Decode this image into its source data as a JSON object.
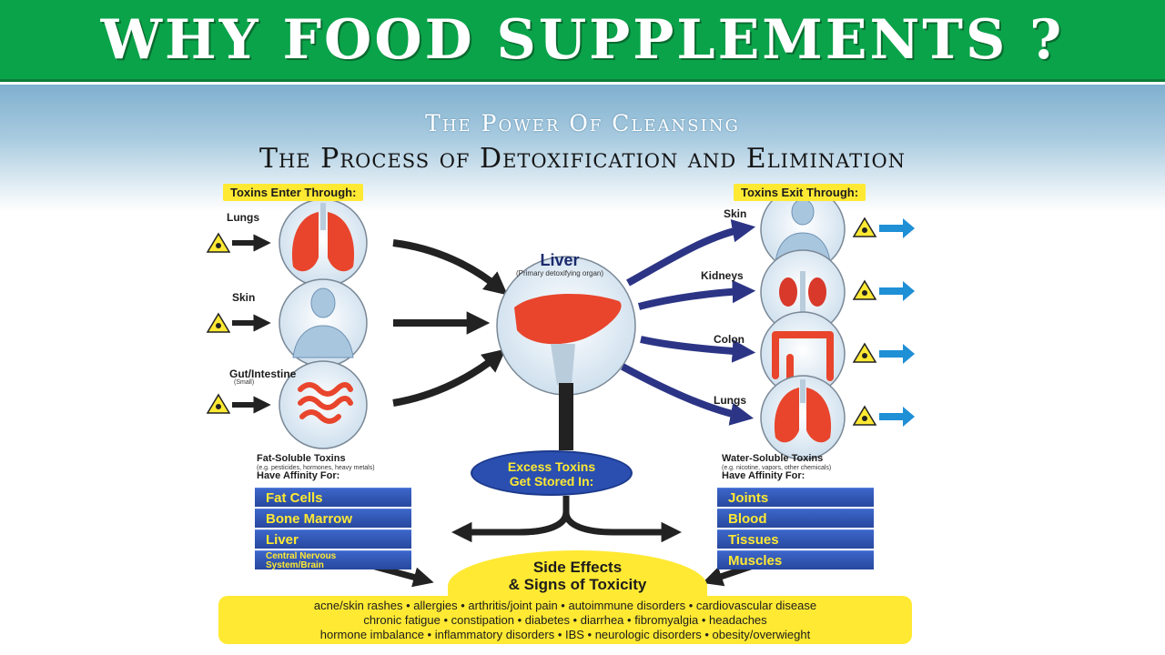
{
  "banner": {
    "title": "Why Food  Supplements ?"
  },
  "header": {
    "subtitle": "The Power Of Cleansing",
    "title": "The Process of Detoxification and Elimination"
  },
  "enter": {
    "tag": "Toxins Enter Through:",
    "items": [
      {
        "label": "Lungs",
        "sub": ""
      },
      {
        "label": "Skin",
        "sub": ""
      },
      {
        "label": "Gut/Intestine",
        "sub": "(Small)"
      }
    ]
  },
  "exit": {
    "tag": "Toxins Exit Through:",
    "items": [
      {
        "label": "Skin"
      },
      {
        "label": "Kidneys"
      },
      {
        "label": "Colon"
      },
      {
        "label": "Lungs"
      }
    ]
  },
  "liver": {
    "label": "Liver",
    "sub": "(Primary detoxifying organ)"
  },
  "fat_soluble": {
    "title": "Fat-Soluble Toxins",
    "sub": "(e.g. pesticides, hormones, heavy metals)",
    "affinity": "Have Affinity For:",
    "blocks": [
      "Fat Cells",
      "Bone Marrow",
      "Liver",
      "Central Nervous System/Brain"
    ]
  },
  "water_soluble": {
    "title": "Water-Soluble Toxins",
    "sub": "(e.g. nicotine, vapors, other chemicals)",
    "affinity": "Have Affinity For:",
    "blocks": [
      "Joints",
      "Blood",
      "Tissues",
      "Muscles"
    ]
  },
  "excess": {
    "line1": "Excess Toxins",
    "line2": "Get Stored In:"
  },
  "side_effects": {
    "line1": "Side Effects",
    "line2": "& Signs of Toxicity",
    "lines": [
      "acne/skin rashes • allergies • arthritis/joint pain • autoimmune disorders • cardiovascular disease",
      "chronic fatigue • constipation • diabetes • diarrhea • fibromyalgia • headaches",
      "hormone imbalance • inflammatory disorders • IBS • neurologic disorders • obesity/overwieght"
    ]
  },
  "colors": {
    "banner_green": "#0aa34a",
    "navy_arrow": "#2c3585",
    "block_blue": "#2f57b8",
    "highlight_yellow": "#ffe933",
    "exit_arrow_blue": "#1f8fd6"
  },
  "icons": [
    "toxic-hazard-icon",
    "lungs-icon",
    "body-skin-icon",
    "intestine-icon",
    "liver-icon",
    "kidneys-icon",
    "colon-icon"
  ]
}
